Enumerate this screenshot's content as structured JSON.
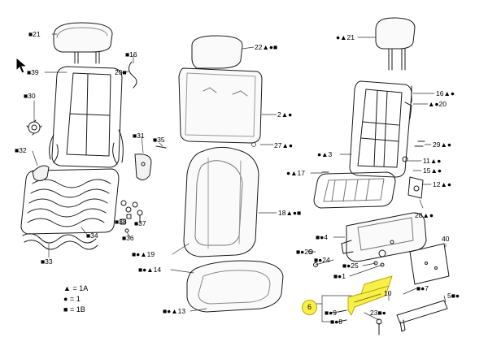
{
  "callouts": [
    {
      "id": "c21a",
      "label": "■21"
    },
    {
      "id": "c39",
      "label": "■39"
    },
    {
      "id": "c16a",
      "label": "■16"
    },
    {
      "id": "c20a",
      "label": "20■"
    },
    {
      "id": "c30",
      "label": "■30"
    },
    {
      "id": "c31",
      "label": "■31"
    },
    {
      "id": "c35",
      "label": "■35"
    },
    {
      "id": "c32",
      "label": "■32"
    },
    {
      "id": "c38",
      "label": "■38"
    },
    {
      "id": "c37",
      "label": "■37"
    },
    {
      "id": "c36",
      "label": "■36"
    },
    {
      "id": "c34",
      "label": "■34"
    },
    {
      "id": "c33",
      "label": "■33"
    },
    {
      "id": "c22",
      "label": "22▲●■"
    },
    {
      "id": "c2",
      "label": "2▲●"
    },
    {
      "id": "c27",
      "label": "27▲●"
    },
    {
      "id": "c18",
      "label": "18▲●■"
    },
    {
      "id": "c19",
      "label": "■●▲19"
    },
    {
      "id": "c14",
      "label": "■●▲14"
    },
    {
      "id": "c13",
      "label": "■●▲13"
    },
    {
      "id": "c21b",
      "label": "●▲21"
    },
    {
      "id": "c16b",
      "label": "16▲●"
    },
    {
      "id": "c20b",
      "label": "▲●20"
    },
    {
      "id": "c29",
      "label": "29▲●"
    },
    {
      "id": "c3",
      "label": "●▲3"
    },
    {
      "id": "c11",
      "label": "11▲●"
    },
    {
      "id": "c15",
      "label": "15▲●"
    },
    {
      "id": "c17",
      "label": "●▲17"
    },
    {
      "id": "c12",
      "label": "12▲●"
    },
    {
      "id": "c28",
      "label": "28▲●"
    },
    {
      "id": "c4",
      "label": "■●4"
    },
    {
      "id": "c26",
      "label": "■●26"
    },
    {
      "id": "c24",
      "label": "■●24"
    },
    {
      "id": "c25",
      "label": "■●25"
    },
    {
      "id": "c1",
      "label": "■●1"
    },
    {
      "id": "c40",
      "label": "40"
    },
    {
      "id": "c10",
      "label": "10"
    },
    {
      "id": "c7",
      "label": "■●7"
    },
    {
      "id": "c5",
      "label": "5■●"
    },
    {
      "id": "c9",
      "label": "■●9"
    },
    {
      "id": "c23",
      "label": "23■●"
    },
    {
      "id": "c8",
      "label": "■●8"
    }
  ],
  "highlight": {
    "label": "6",
    "color": "#f7f04a"
  },
  "legend": [
    {
      "symbol": "▲",
      "text": "= 1A"
    },
    {
      "symbol": "●",
      "text": "= 1"
    },
    {
      "symbol": "■",
      "text": "= 1B"
    }
  ]
}
